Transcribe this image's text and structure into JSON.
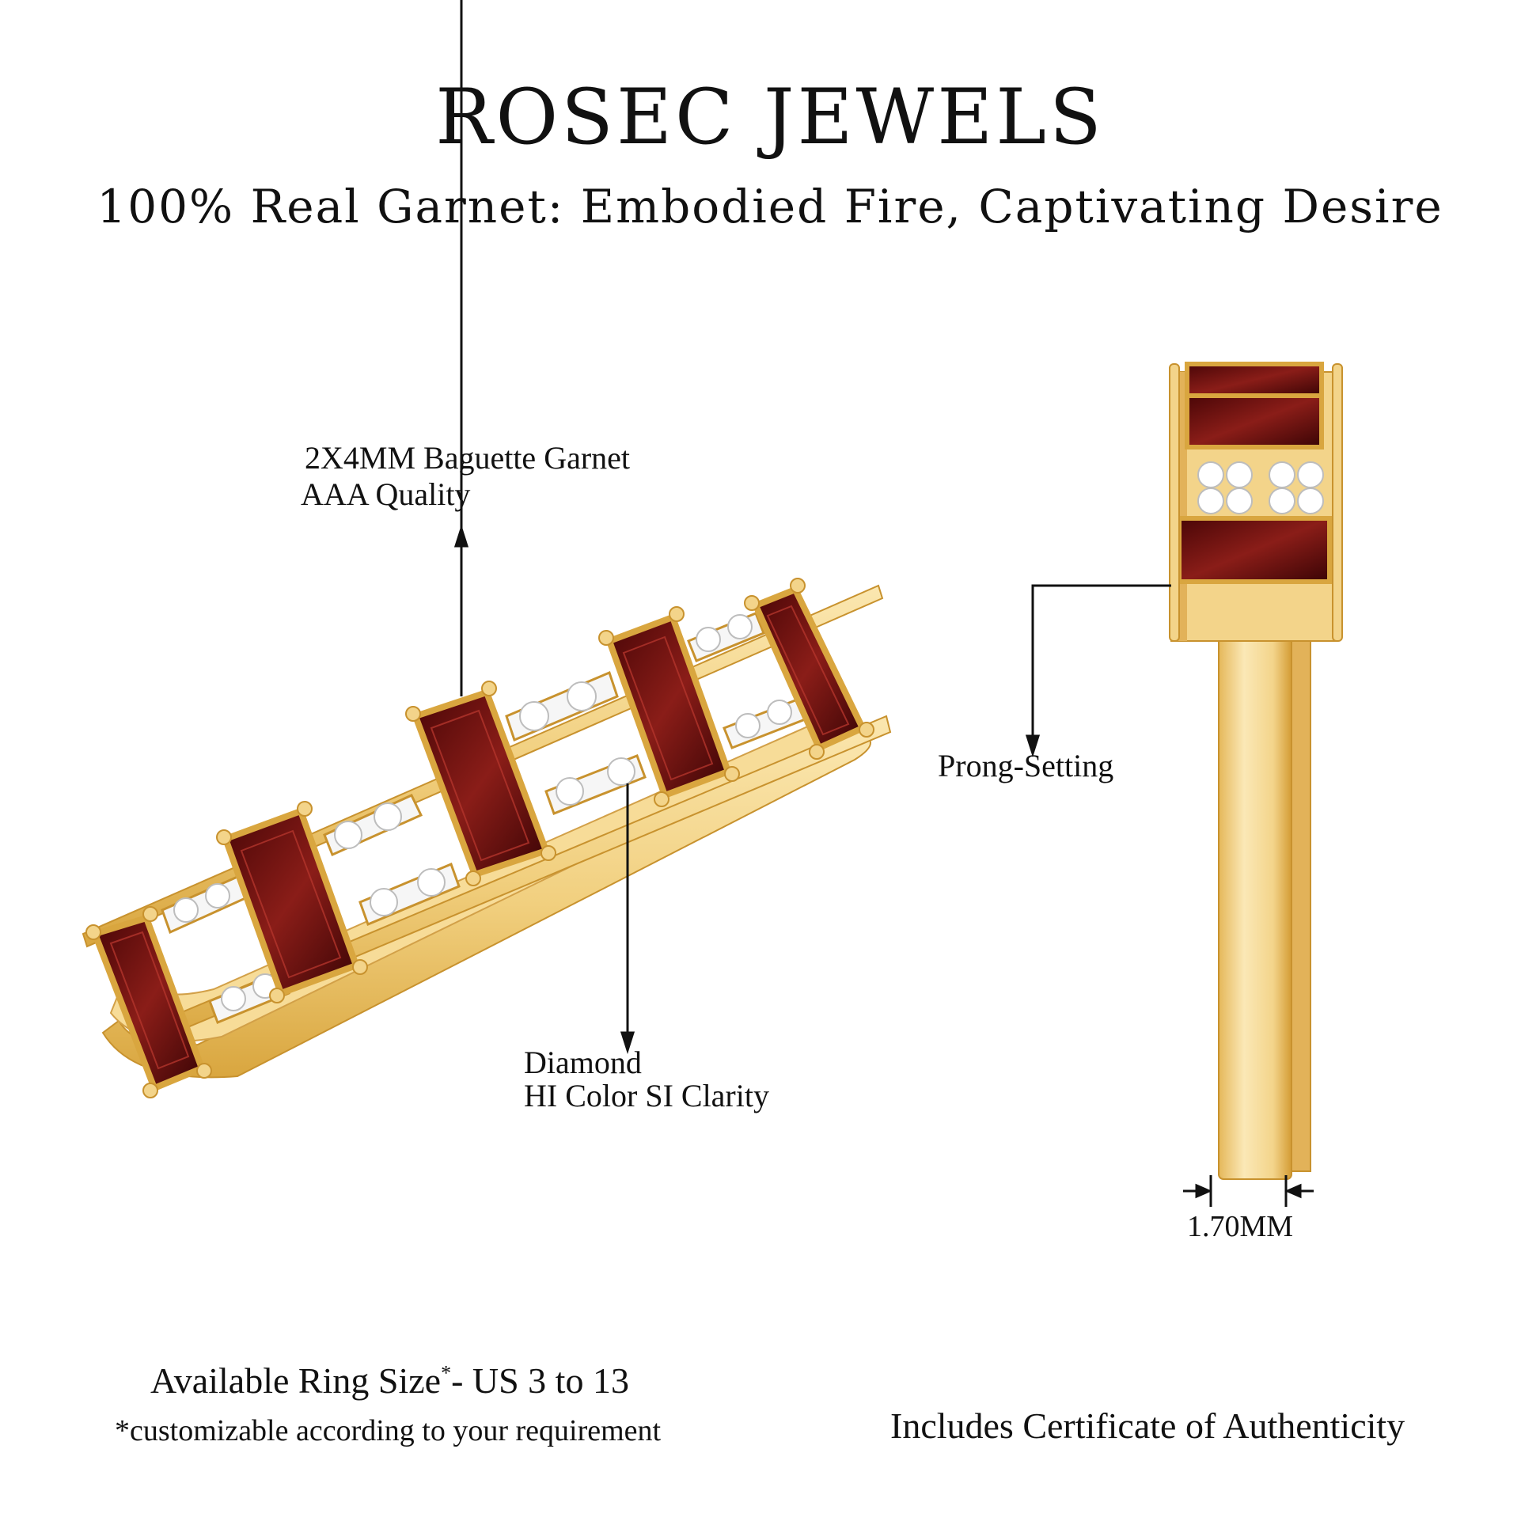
{
  "header": {
    "brand": "ROSEC JEWELS",
    "tagline": "100% Real Garnet: Embodied Fire, Captivating Desire"
  },
  "annotations": {
    "garnet_line1": "2X4MM Baguette Garnet",
    "garnet_line2": "AAA Quality",
    "diamond_line1": "Diamond",
    "diamond_line2": "HI Color SI Clarity",
    "prong": "Prong-Setting",
    "width": "1.70MM"
  },
  "footer": {
    "size_prefix": "Available Ring Size",
    "size_asterisk": "*",
    "size_suffix": "- US 3 to 13",
    "size_note": "*customizable according to your requirement",
    "certificate": "Includes Certificate of Authenticity"
  },
  "colors": {
    "gold": "#f3d48a",
    "gold_dark": "#d9a63f",
    "garnet": "#6e0f10",
    "garnet_light": "#a02a22",
    "diamond": "#f4f4f4",
    "text": "#111111"
  }
}
